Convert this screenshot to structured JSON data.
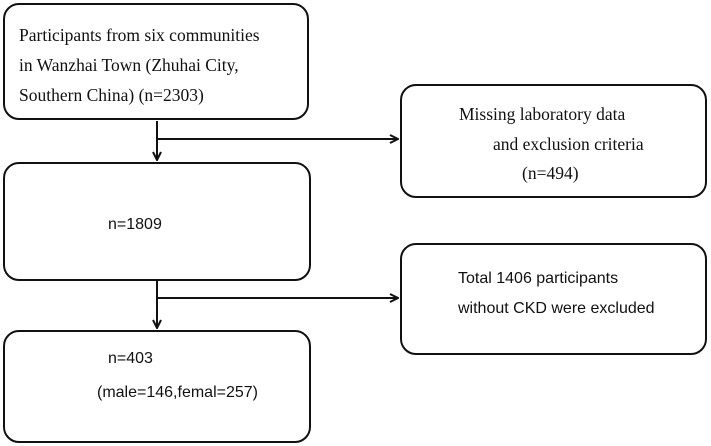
{
  "boxes": {
    "participants": {
      "lines": [
        "Participants from six communities",
        "in Wanzhai Town (Zhuhai City,",
        "Southern China) (n=2303)"
      ]
    },
    "excluded_missing": {
      "lines": [
        "Missing laboratory data",
        "and exclusion criteria",
        "(n=494)"
      ]
    },
    "remaining": {
      "lines": [
        "n=1809"
      ]
    },
    "excluded_no_ckd": {
      "lines": [
        "Total 1406 participants",
        "without CKD were excluded"
      ]
    },
    "final": {
      "lines": [
        "n=403",
        "(male=146,femal=257)"
      ]
    }
  }
}
